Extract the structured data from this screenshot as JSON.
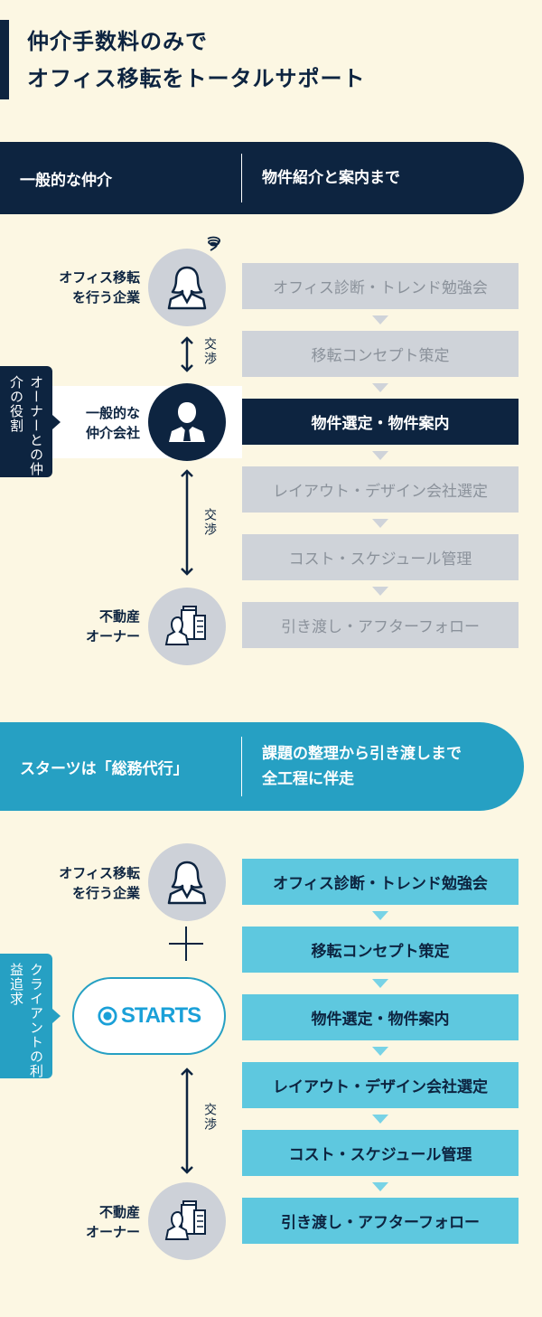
{
  "header": {
    "title_line1": "仲介手数料のみで",
    "title_line2": "オフィス移転をトータルサポート"
  },
  "general": {
    "banner_left": "一般的な仲介",
    "banner_right": "物件紹介と案内まで",
    "actors": {
      "company_line1": "オフィス移転",
      "company_line2": "を行う企業",
      "broker_line1": "一般的な",
      "broker_line2": "仲介会社",
      "owner_line1": "不動産",
      "owner_line2": "オーナー"
    },
    "negotiation_label_1": "交渉",
    "negotiation_label_2": "交渉",
    "callout": "オーナーとの仲介の役割",
    "steps": [
      {
        "label": "オフィス診断・トレンド勉強会",
        "state": "inactive"
      },
      {
        "label": "移転コンセプト策定",
        "state": "inactive"
      },
      {
        "label": "物件選定・物件案内",
        "state": "active"
      },
      {
        "label": "レイアウト・デザイン会社選定",
        "state": "inactive"
      },
      {
        "label": "コスト・スケジュール管理",
        "state": "inactive"
      },
      {
        "label": "引き渡し・アフターフォロー",
        "state": "inactive"
      }
    ]
  },
  "starts": {
    "banner_left": "スターツは「総務代行」",
    "banner_right_line1": "課題の整理から引き渡しまで",
    "banner_right_line2": "全工程に伴走",
    "actors": {
      "company_line1": "オフィス移転",
      "company_line2": "を行う企業",
      "logo": "STARTS",
      "owner_line1": "不動産",
      "owner_line2": "オーナー"
    },
    "plus_symbol": "+",
    "negotiation_label": "交渉",
    "callout": "クライアントの利益追求",
    "steps": [
      {
        "label": "オフィス診断・トレンド勉強会"
      },
      {
        "label": "移転コンセプト策定"
      },
      {
        "label": "物件選定・物件案内"
      },
      {
        "label": "レイアウト・デザイン会社選定"
      },
      {
        "label": "コスト・スケジュール管理"
      },
      {
        "label": "引き渡し・アフターフォロー"
      }
    ]
  },
  "colors": {
    "navy": "#0d2440",
    "cyan_banner": "#26a0c3",
    "cyan_step": "#5ec8df",
    "grey_step": "#cfd3d9",
    "background": "#fcf7e3"
  }
}
